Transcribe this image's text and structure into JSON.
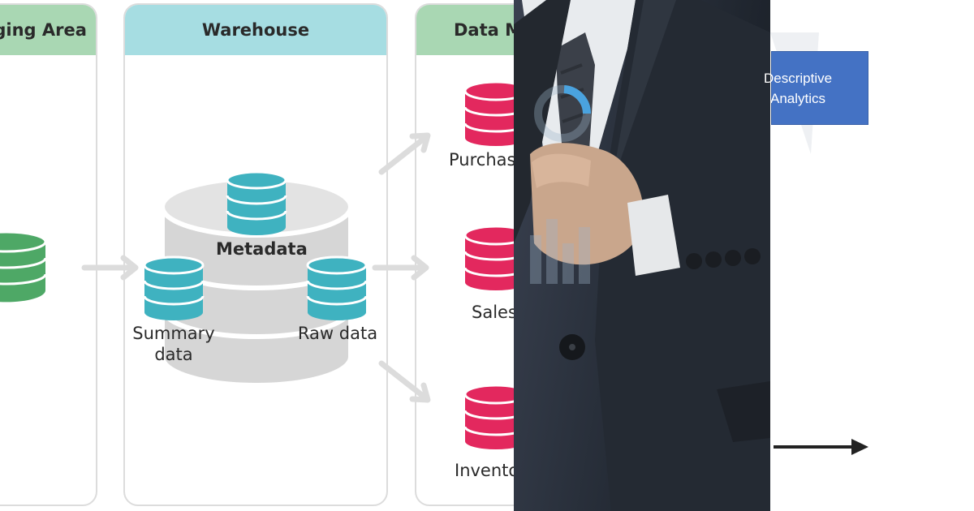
{
  "diagram": {
    "staging": {
      "title": "Staging Area"
    },
    "warehouse": {
      "title": "Warehouse",
      "metadata_label": "Metadata",
      "summary_label_line1": "Summary",
      "summary_label_line2": "data",
      "raw_label": "Raw data"
    },
    "data_marts": {
      "title": "Data Marts",
      "items": [
        {
          "label": "Purchasing"
        },
        {
          "label": "Sales"
        },
        {
          "label": "Inventory"
        }
      ]
    }
  },
  "slide": {
    "box_line1": "Descriptive",
    "box_line2": "Analytics"
  },
  "colors": {
    "staging_header": "#a9d7b3",
    "warehouse_header": "#a6dde2",
    "marts_header": "#a9d7b3",
    "db_green": "#4ea866",
    "db_teal": "#3fb2c0",
    "db_pink": "#e3285e",
    "box_blue": "#4472c4"
  }
}
